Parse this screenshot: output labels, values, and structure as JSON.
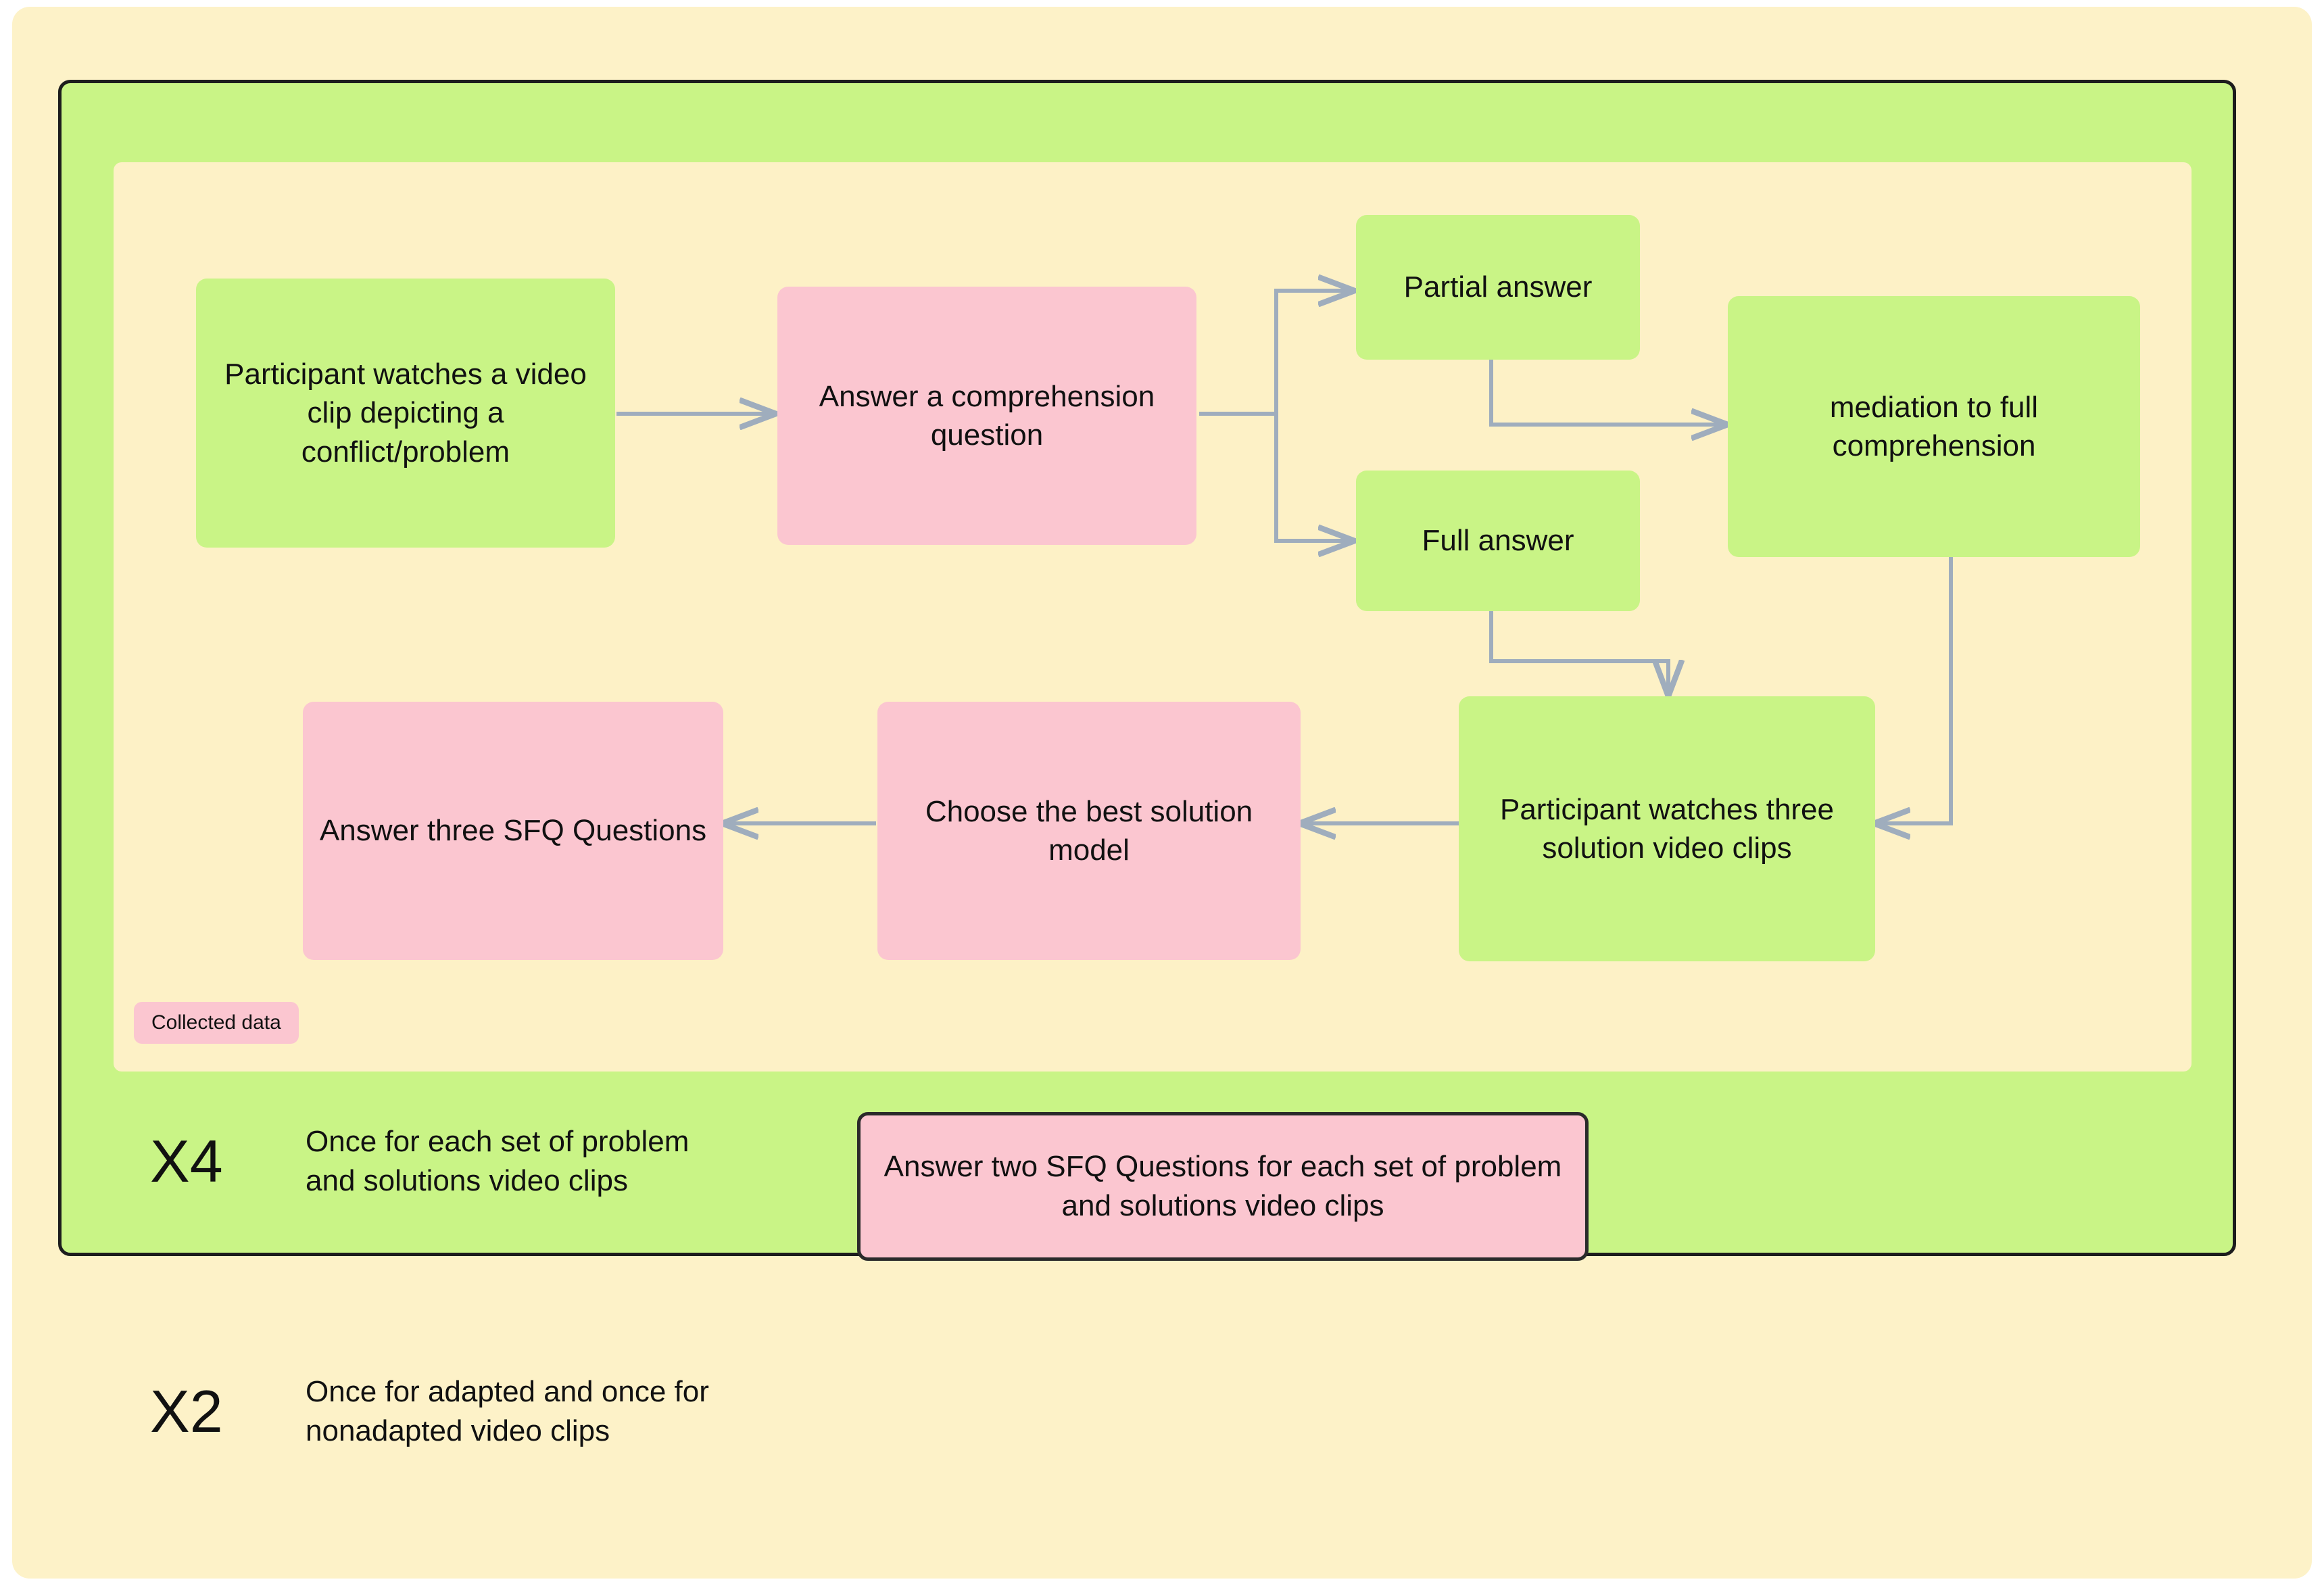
{
  "diagram": {
    "nodes": [
      {
        "id": "watch-problem",
        "label": "Participant watches a video clip depicting a conflict/problem",
        "type": "green",
        "font_size": 44
      },
      {
        "id": "comprehension-q",
        "label": "Answer a comprehension question",
        "type": "pink",
        "font_size": 44
      },
      {
        "id": "partial-answer",
        "label": "Partial answer",
        "type": "green",
        "font_size": 44
      },
      {
        "id": "full-answer",
        "label": "Full answer",
        "type": "green",
        "font_size": 44
      },
      {
        "id": "mediation",
        "label": "mediation to full comprehension",
        "type": "green",
        "font_size": 44
      },
      {
        "id": "watch-solutions",
        "label": "Participant watches three solution video clips",
        "type": "green",
        "font_size": 44
      },
      {
        "id": "choose-solution",
        "label": "Choose the best solution model",
        "type": "pink",
        "font_size": 44
      },
      {
        "id": "three-sfq",
        "label": "Answer three SFQ Questions",
        "type": "pink",
        "font_size": 44
      }
    ],
    "edges": [
      {
        "from": "watch-problem",
        "to": "comprehension-q"
      },
      {
        "from": "comprehension-q",
        "to": "partial-answer"
      },
      {
        "from": "comprehension-q",
        "to": "full-answer"
      },
      {
        "from": "partial-answer",
        "to": "mediation"
      },
      {
        "from": "full-answer",
        "to": "watch-solutions"
      },
      {
        "from": "mediation",
        "to": "watch-solutions"
      },
      {
        "from": "watch-solutions",
        "to": "choose-solution"
      },
      {
        "from": "choose-solution",
        "to": "three-sfq"
      }
    ]
  },
  "legend": {
    "collected_data_label": "Collected data"
  },
  "repeats": {
    "x4": {
      "count": "X4",
      "text": "Once for each set of problem\nand solutions video clips"
    },
    "x2": {
      "count": "X2",
      "text": "Once for adapted and once for\nnonadapted video clips"
    }
  },
  "callout": {
    "label": "Answer two SFQ Questions for each set of problem and solutions video clips"
  },
  "colors": {
    "page_background": "#fdf2c8",
    "frame_green": "#c9f486",
    "node_pink": "#fbc6d0",
    "connector": "#9fadbd",
    "border_dark": "#1d1d1d",
    "text": "#111111"
  }
}
